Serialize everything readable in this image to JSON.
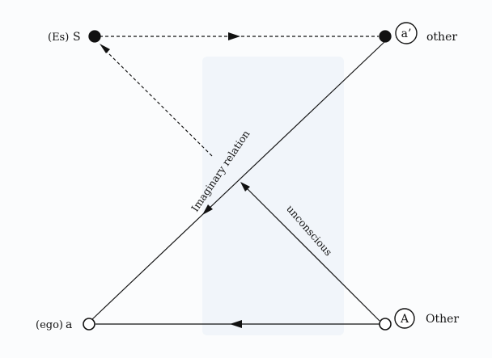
{
  "diagram": {
    "nodes": {
      "s": {
        "qualifier": "(Es)",
        "symbol": "S"
      },
      "a_prime": {
        "symbol": "a’",
        "label": "other"
      },
      "a": {
        "qualifier": "(ego)",
        "symbol": "a"
      },
      "big_a": {
        "symbol": "A",
        "label": "Other"
      }
    },
    "edges": {
      "imaginary": {
        "label": "Imaginary relation"
      },
      "unconscious": {
        "label": "unconscious"
      }
    },
    "colors": {
      "ink": "#111111",
      "paper": "#fbfcfd"
    }
  }
}
